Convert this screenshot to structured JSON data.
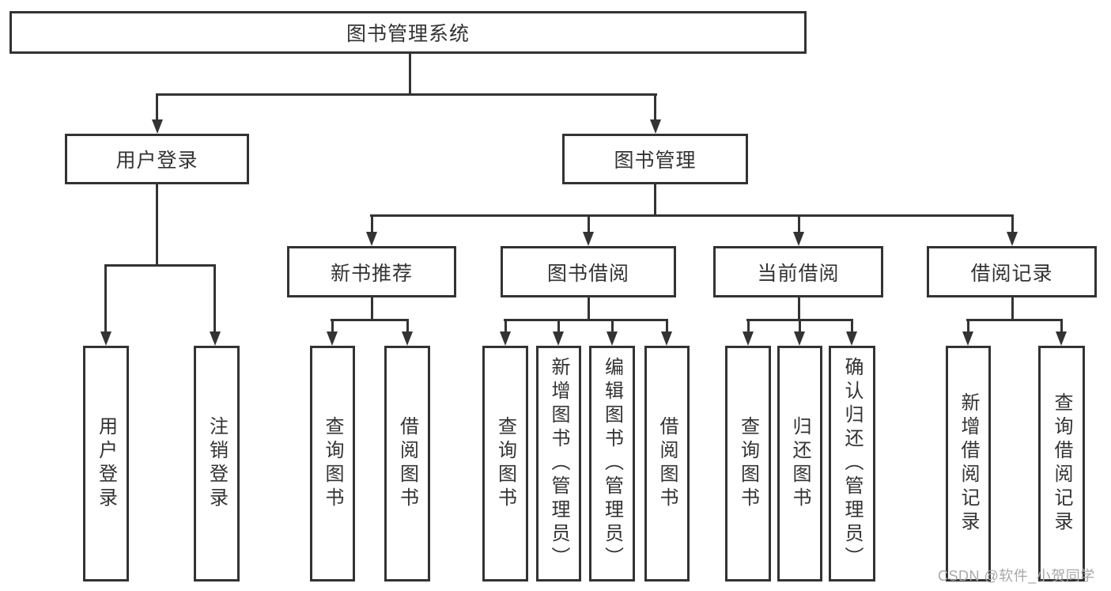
{
  "diagram": {
    "root": {
      "label": "图书管理系统"
    },
    "level2": [
      {
        "label": "用户登录"
      },
      {
        "label": "图书管理"
      }
    ],
    "level3": [
      {
        "label": "新书推荐"
      },
      {
        "label": "图书借阅"
      },
      {
        "label": "当前借阅"
      },
      {
        "label": "借阅记录"
      }
    ],
    "leaves": {
      "user_login": [
        "用户登录",
        "注销登录"
      ],
      "new_book": [
        "查询图书",
        "借阅图书"
      ],
      "book_borrow": [
        "查询图书",
        "新增图书（管理员）",
        "编辑图书（管理员）",
        "借阅图书"
      ],
      "current_borrow": [
        "查询图书",
        "归还图书",
        "确认归还（管理员）"
      ],
      "borrow_records": [
        "新增借阅记录",
        "查询借阅记录"
      ]
    },
    "colors": {
      "line": "#333333",
      "box_fill": "#ffffff",
      "text": "#333333",
      "watermark": "#a8a8a8"
    },
    "watermark": "CSDN @软件_小贺同学"
  }
}
